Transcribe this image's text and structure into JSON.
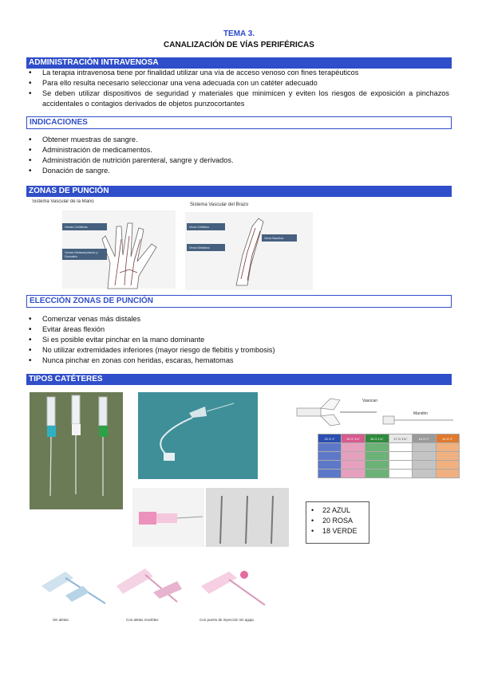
{
  "header": {
    "tema": "TEMA 3.",
    "title": "CANALIZACIÓN DE VÍAS PERIFÉRICAS"
  },
  "sections": {
    "administracion": {
      "heading": "ADMINISTRACIÓN INTRAVENOSA",
      "items": [
        "La terapia intravenosa tiene por finalidad utilizar una vía de acceso venoso con fines terapéuticos",
        "Para ello resulta necesario seleccionar una vena adecuada con un catéter adecuado",
        "Se deben utilizar dispositivos de seguridad y materiales que minimicen y eviten los riesgos de exposición a pinchazos accidentales o contagios derivados de objetos punzocortantes"
      ]
    },
    "indicaciones": {
      "heading": "INDICACIONES",
      "items": [
        "Obtener muestras de sangre.",
        "Administración de medicamentos.",
        "Administración de nutrición parenteral, sangre y derivados.",
        "Donación de sangre."
      ]
    },
    "zonas": {
      "heading": "ZONAS DE PUNCIÓN",
      "mano_caption": "Sistema Vascular de la Mano",
      "brazo_caption": "Sistema Vascular del Brazo",
      "mano_labels": [
        "Venas Cefálicas",
        "Venas Metacarpianas y Dorsales"
      ],
      "brazo_labels": [
        "Vena Cefálica",
        "Vena Basílica",
        "Vena Mediana"
      ]
    },
    "eleccion": {
      "heading": "ELECCIÓN ZONAS DE PUNCIÓN",
      "items": [
        "Comenzar venas más distales",
        "Evitar áreas flexión",
        "Si es posible evitar pinchar en la mano dominante",
        "No utilizar extremidades inferiores (mayor riesgo de flebitis y trombosis)",
        "Nunca pinchar en zonas con heridas, escaras, hematomas"
      ]
    },
    "tipos": {
      "heading": "TIPOS CATÉTERES",
      "legend": [
        "22 AZUL",
        "20 ROSA",
        "18 VERDE"
      ],
      "vasocan_label": "Vasocan",
      "mandrin_label": "Mandrin",
      "gauges": [
        "22 G 1\"",
        "20 G 1¼\"",
        "18 G 1¾\"",
        "17 G 1¾\"",
        "16 G 2\"",
        "14 G 2\""
      ],
      "gauge_colors": [
        "#2a4fb0",
        "#d65a8e",
        "#2e8a3c",
        "#e8e8e8",
        "#9a9a9a",
        "#e07a2e"
      ],
      "bottom_captions": [
        "Sin aletas",
        "Con aletas movibles",
        "Con puerto de inyección sin aguja"
      ]
    }
  }
}
